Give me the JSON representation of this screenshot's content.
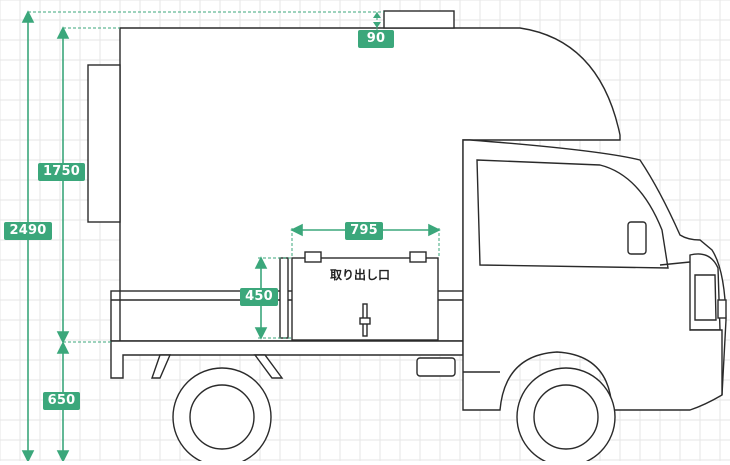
{
  "colors": {
    "dimension_line": "#3ba77b",
    "badge_fill": "#3ba77b",
    "badge_text": "#ffffff",
    "outline": "#2a2a2a",
    "grid": "#e6e6e6",
    "background": "#ffffff"
  },
  "dimensions": {
    "total_height": "2490",
    "cabin_height": "1750",
    "deck_height": "650",
    "roof_protrusion": "90",
    "hatch_width": "795",
    "hatch_height": "450"
  },
  "labels": {
    "hatch": "取り出し口"
  }
}
